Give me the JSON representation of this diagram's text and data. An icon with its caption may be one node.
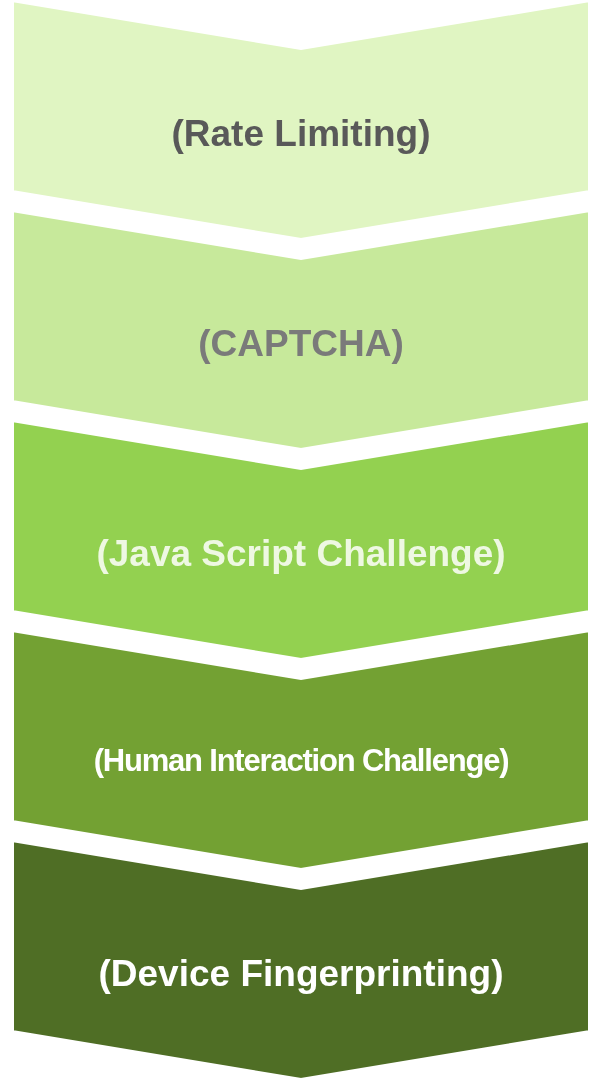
{
  "diagram": {
    "nodes": [
      {
        "text": [
          "(Rate Limiting)"
        ]
      },
      {
        "text": [
          "(CAPTCHA)"
        ]
      },
      {
        "text": [
          "(Java Script Challenge)"
        ]
      },
      {
        "text": [
          "(Human Interaction Challenge)"
        ]
      },
      {
        "text": [
          "(Device Fingerprinting)"
        ]
      }
    ]
  }
}
